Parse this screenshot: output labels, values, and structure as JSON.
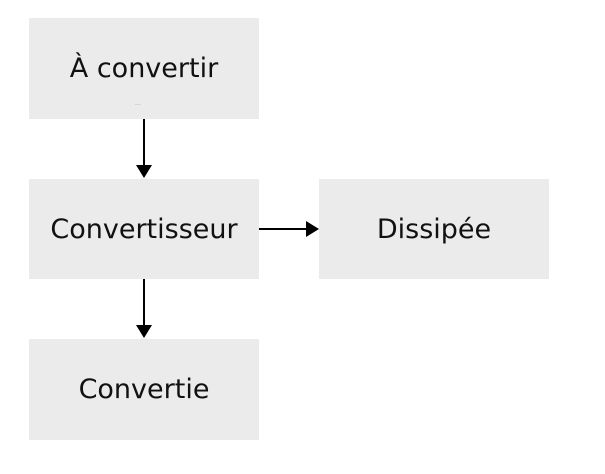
{
  "diagram": {
    "nodes": {
      "input": {
        "label": "À convertir",
        "mark": "..."
      },
      "converter": {
        "label": "Convertisseur"
      },
      "dissipated": {
        "label": "Dissipée"
      },
      "converted": {
        "label": "Convertie"
      }
    },
    "edges": [
      {
        "from": "input",
        "to": "converter"
      },
      {
        "from": "converter",
        "to": "dissipated"
      },
      {
        "from": "converter",
        "to": "converted"
      }
    ],
    "colors": {
      "node_fill": "#ebebeb",
      "text": "#111111",
      "arrow": "#000000"
    }
  }
}
